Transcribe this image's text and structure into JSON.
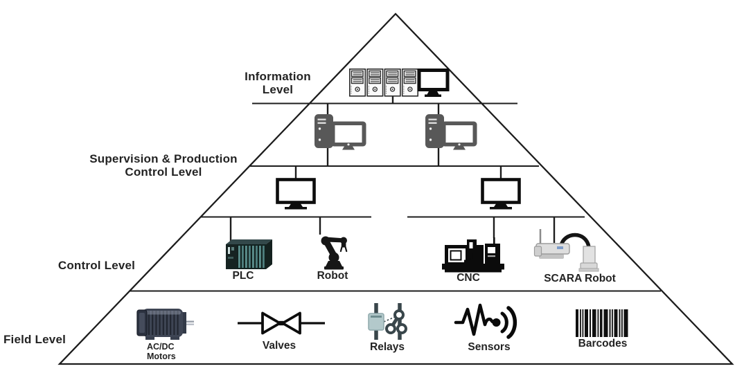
{
  "levels": {
    "information": {
      "label_line1": "Information",
      "label_line2": "Level"
    },
    "supervision": {
      "label_line1": "Supervision & Production",
      "label_line2": "Control Level"
    },
    "control": {
      "label": "Control Level"
    },
    "field": {
      "label": "Field Level"
    }
  },
  "control_items": {
    "plc": "PLC",
    "robot": "Robot",
    "cnc": "CNC",
    "scara": "SCARA Robot"
  },
  "field_items": {
    "motors_line1": "AC/DC",
    "motors_line2": "Motors",
    "valves": "Valves",
    "relays": "Relays",
    "sensors": "Sensors",
    "barcodes": "Barcodes"
  },
  "icons": {
    "information_level": [
      "server-rack-icon",
      "desktop-monitor-icon"
    ],
    "supervision_level": [
      "workstation-icon",
      "workstation-icon",
      "monitor-icon",
      "monitor-icon"
    ],
    "control_level": [
      "plc-icon",
      "robot-arm-icon",
      "cnc-machine-icon",
      "scara-robot-icon"
    ],
    "field_level": [
      "motor-icon",
      "valve-icon",
      "relay-icon",
      "sensor-icon",
      "barcode-icon"
    ]
  },
  "colors": {
    "line": "#1c1c1c",
    "text": "#232323",
    "workstation_gray": "#585858",
    "monitor_black": "#0d0d0d",
    "plc_dark": "#1d2c2c",
    "plc_teal": "#4f7f7e",
    "scara_gray": "#dedede",
    "motor_slate": "#3e4554",
    "relay_teal": "#b3c9cb",
    "relay_dark": "#39464b"
  }
}
